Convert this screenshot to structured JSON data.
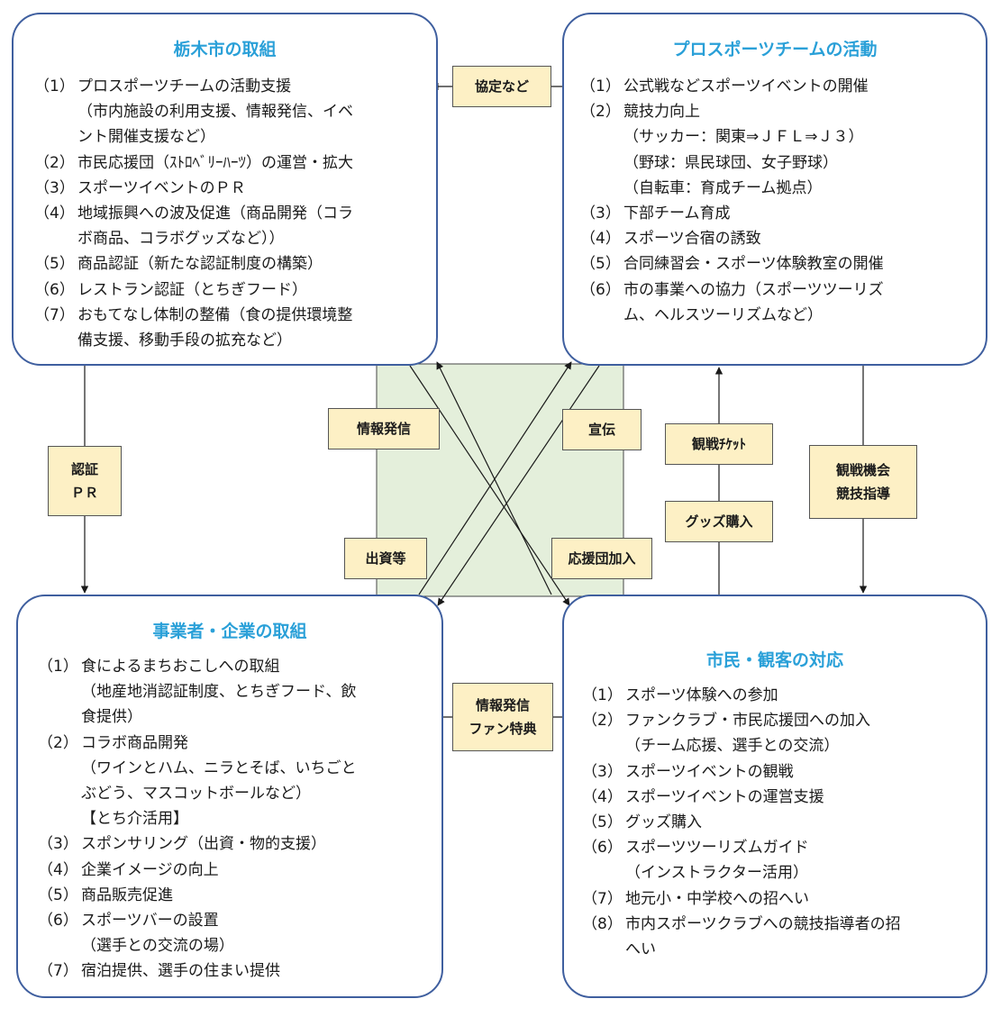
{
  "colors": {
    "title": "#2aa0d8",
    "box_border": "#3f5f9f",
    "center_fill": "#e4efdb",
    "label_fill": "#fdf0c5"
  },
  "boxes": {
    "city": {
      "title": "栃木市の取組",
      "items": [
        {
          "num": "（1）",
          "lines": [
            "プロスポーツチームの活動支援",
            "（市内施設の利用支援、情報発信、イベ",
            "ント開催支援など）"
          ]
        },
        {
          "num": "（2）",
          "lines": [
            "市民応援団（ｽﾄﾛﾍﾞﾘｰﾊｰﾂ）の運営・拡大"
          ]
        },
        {
          "num": "（3）",
          "lines": [
            "スポーツイベントのＰＲ"
          ]
        },
        {
          "num": "（4）",
          "lines": [
            "地域振興への波及促進（商品開発（コラ",
            "ボ商品、コラボグッズなど））"
          ]
        },
        {
          "num": "（5）",
          "lines": [
            "商品認証（新たな認証制度の構築）"
          ]
        },
        {
          "num": "（6）",
          "lines": [
            "レストラン認証（とちぎフード）"
          ]
        },
        {
          "num": "（7）",
          "lines": [
            "おもてなし体制の整備（食の提供環境整",
            "備支援、移動手段の拡充など）"
          ]
        }
      ]
    },
    "team": {
      "title": "プロスポーツチームの活動",
      "items": [
        {
          "num": "（1）",
          "lines": [
            "公式戦などスポーツイベントの開催"
          ]
        },
        {
          "num": "（2）",
          "lines": [
            "競技力向上",
            "（サッカー：関東⇒ＪＦＬ⇒Ｊ３）",
            "（野球：県民球団、女子野球）",
            "（自転車：育成チーム拠点）"
          ]
        },
        {
          "num": "（3）",
          "lines": [
            "下部チーム育成"
          ]
        },
        {
          "num": "（4）",
          "lines": [
            "スポーツ合宿の誘致"
          ]
        },
        {
          "num": "（5）",
          "lines": [
            "合同練習会・スポーツ体験教室の開催"
          ]
        },
        {
          "num": "（6）",
          "lines": [
            "市の事業への協力（スポーツツーリズ",
            "ム、ヘルスツーリズムなど）"
          ]
        }
      ]
    },
    "business": {
      "title": "事業者・企業の取組",
      "items": [
        {
          "num": "（1）",
          "lines": [
            "食によるまちおこしへの取組",
            "（地産地消認証制度、とちぎフード、飲",
            "食提供）"
          ]
        },
        {
          "num": "（2）",
          "lines": [
            "コラボ商品開発",
            "（ワインとハム、ニラとそば、いちごと",
            "ぶどう、マスコットボールなど）",
            "【とち介活用】"
          ]
        },
        {
          "num": "（3）",
          "lines": [
            "スポンサリング（出資・物的支援）"
          ]
        },
        {
          "num": "（4）",
          "lines": [
            "企業イメージの向上"
          ]
        },
        {
          "num": "（5）",
          "lines": [
            "商品販売促進"
          ]
        },
        {
          "num": "（6）",
          "lines": [
            "スポーツバーの設置",
            "（選手との交流の場）"
          ]
        },
        {
          "num": "（7）",
          "lines": [
            "宿泊提供、選手の住まい提供"
          ]
        }
      ]
    },
    "citizens": {
      "title": "市民・観客の対応",
      "items": [
        {
          "num": "（1）",
          "lines": [
            "スポーツ体験への参加"
          ]
        },
        {
          "num": "（2）",
          "lines": [
            "ファンクラブ・市民応援団への加入",
            "（チーム応援、選手との交流）"
          ]
        },
        {
          "num": "（3）",
          "lines": [
            "スポーツイベントの観戦"
          ]
        },
        {
          "num": "（4）",
          "lines": [
            "スポーツイベントの運営支援"
          ]
        },
        {
          "num": "（5）",
          "lines": [
            "グッズ購入"
          ]
        },
        {
          "num": "（6）",
          "lines": [
            "スポーツツーリズムガイド",
            "（インストラクター活用）"
          ]
        },
        {
          "num": "（7）",
          "lines": [
            "地元小・中学校への招へい"
          ]
        },
        {
          "num": "（8）",
          "lines": [
            "市内スポーツクラブへの競技指導者の招",
            "へい"
          ]
        }
      ]
    }
  },
  "labels": {
    "agreement": "協定など",
    "cert": [
      "認証",
      "ＰＲ"
    ],
    "info": "情報発信",
    "ad": "宣伝",
    "tickets": "観戦ﾁｹｯﾄ",
    "goods": "グッズ購入",
    "watch": [
      "観戦機会",
      "競技指導"
    ],
    "invest": "出資等",
    "cheer": "応援団加入",
    "perks": [
      "情報発信",
      "ファン特典"
    ]
  }
}
